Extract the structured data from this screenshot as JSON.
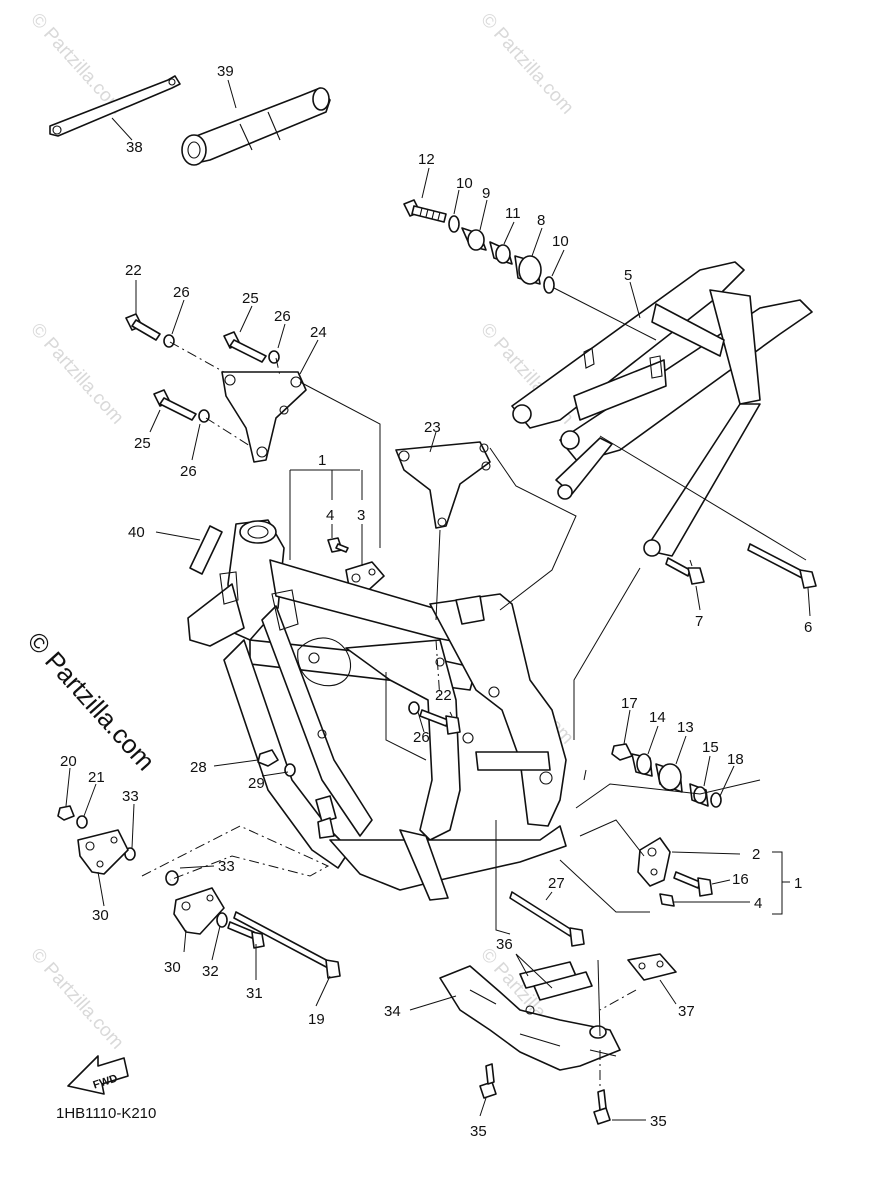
{
  "diagram": {
    "drawing_code": "1HB1110-K210",
    "direction_badge": "FWD",
    "watermark_main": "© Partzilla.com",
    "watermark_repeat": "© Partzilla.com",
    "callouts": {
      "c38": "38",
      "c39": "39",
      "c12": "12",
      "c10a": "10",
      "c9": "9",
      "c11": "11",
      "c8": "8",
      "c10b": "10",
      "c5": "5",
      "c22a": "22",
      "c26a": "26",
      "c25a": "25",
      "c26b": "26",
      "c24": "24",
      "c25b": "25",
      "c26c": "26",
      "c23": "23",
      "c1a": "1",
      "c4a": "4",
      "c3": "3",
      "c40": "40",
      "c7": "7",
      "c6": "6",
      "c22b": "22",
      "c26d": "26",
      "c17": "17",
      "c14": "14",
      "c13": "13",
      "c15": "15",
      "c18": "18",
      "c28": "28",
      "c29": "29",
      "c20": "20",
      "c21": "21",
      "c33a": "33",
      "c2": "2",
      "c1b": "1",
      "c16": "16",
      "c4b": "4",
      "c30a": "30",
      "c33b": "33",
      "c27": "27",
      "c30b": "30",
      "c32": "32",
      "c31": "31",
      "c19": "19",
      "c36": "36",
      "c37": "37",
      "c34": "34",
      "c35a": "35",
      "c35b": "35"
    }
  }
}
